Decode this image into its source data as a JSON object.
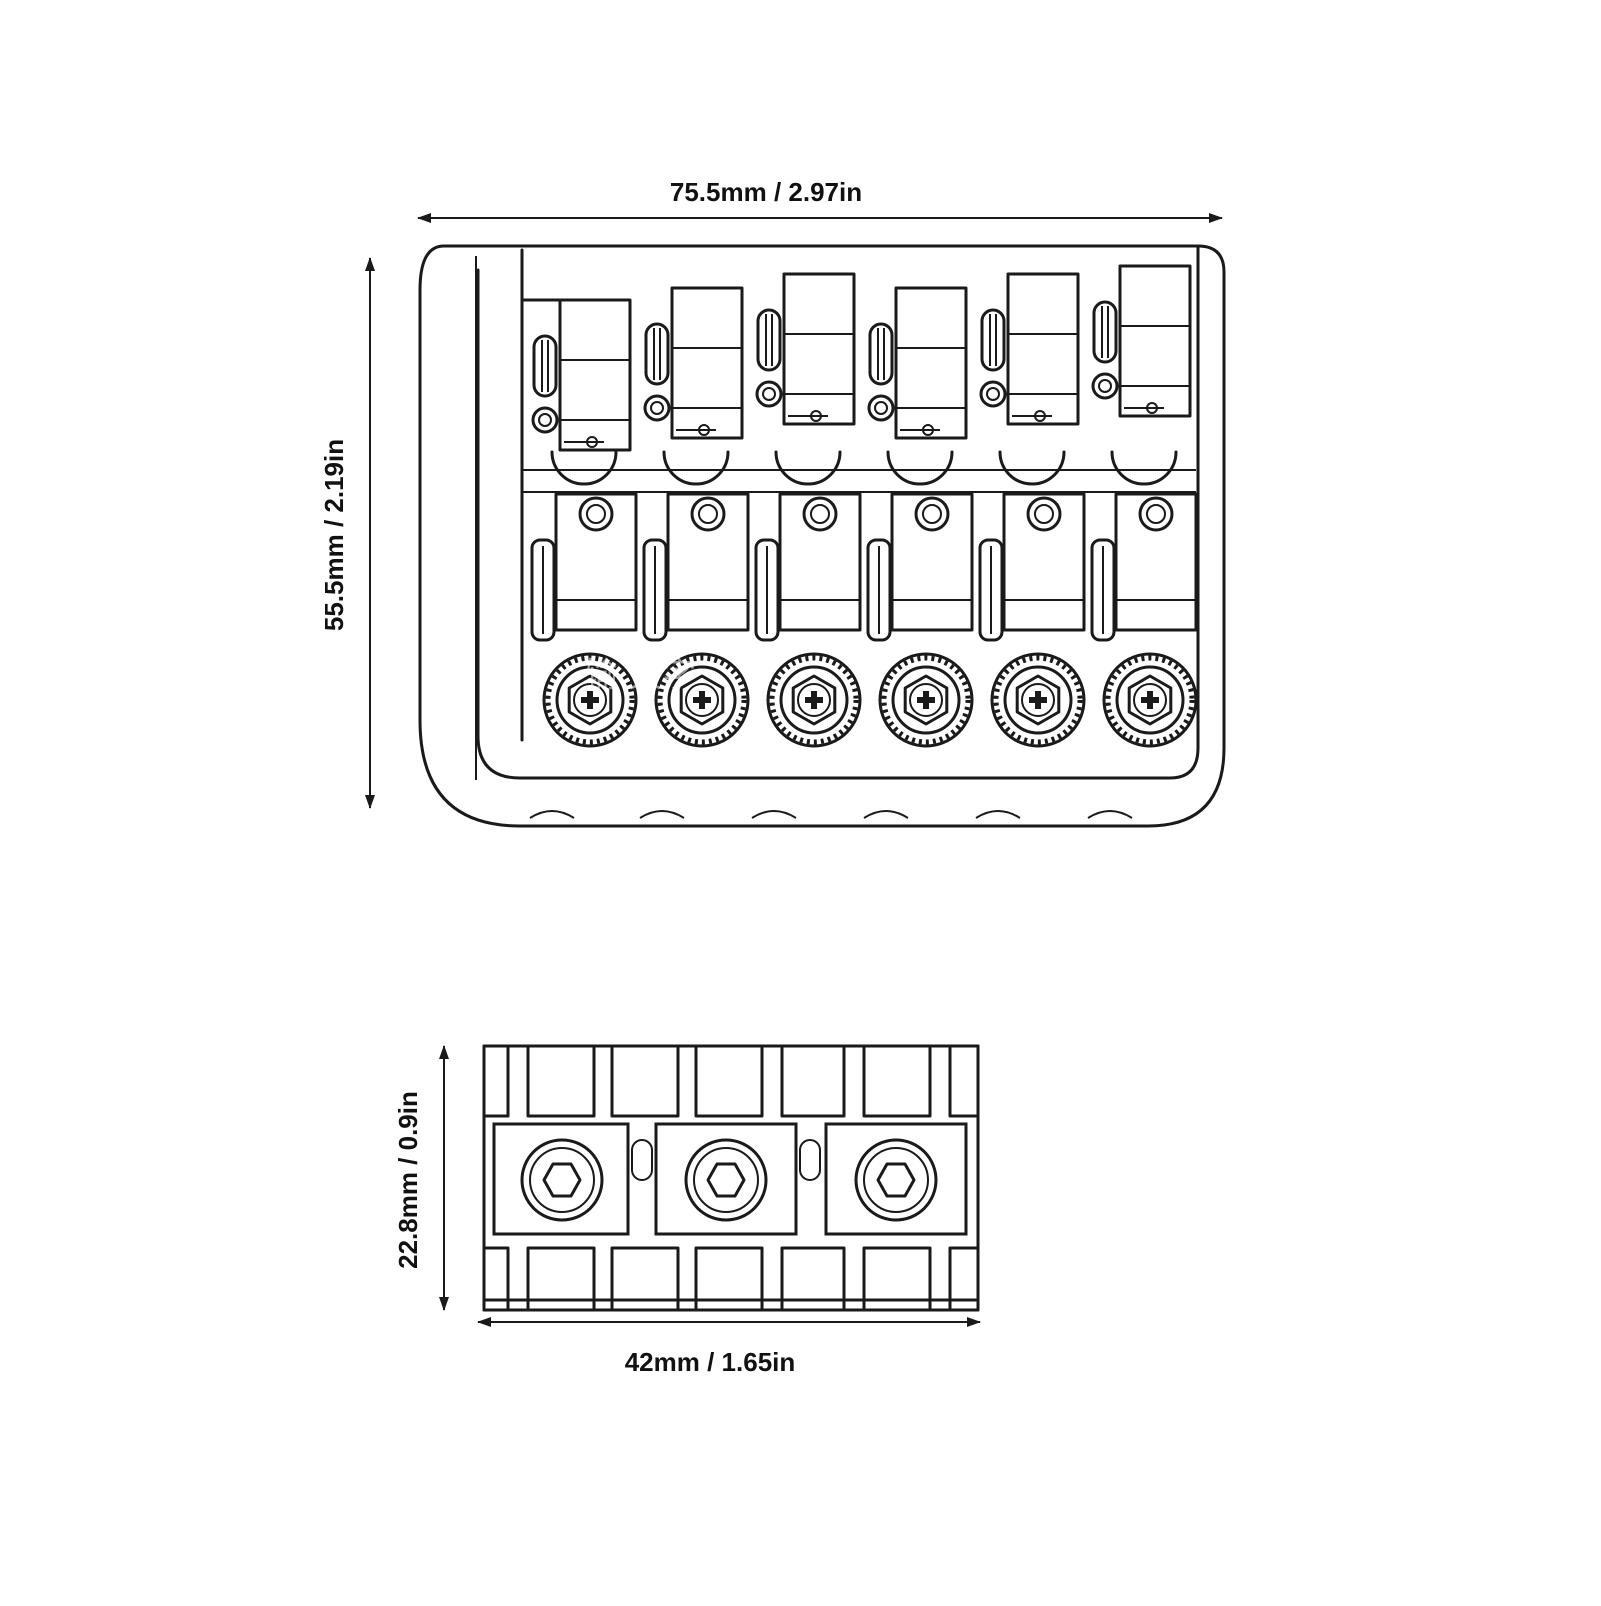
{
  "figure": {
    "top_view": {
      "width_label": "75.5mm / 2.97in",
      "height_label": "55.5mm / 2.19in"
    },
    "side_view": {
      "height_label": "22.8mm / 0.9in",
      "width_label": "42mm / 1.65in"
    },
    "watermark": "输  文字"
  },
  "colors": {
    "line": "#1a1a1a",
    "background": "#ffffff"
  },
  "icons": [
    "dimension-arrow",
    "phillips-screw-icon",
    "hex-socket-icon"
  ]
}
